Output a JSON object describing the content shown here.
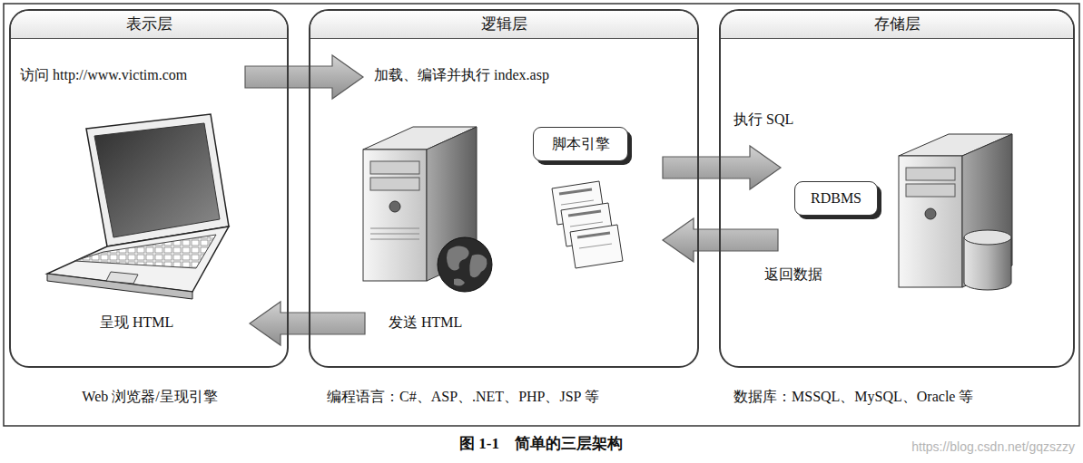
{
  "diagram": {
    "caption": "图 1-1　简单的三层架构",
    "nodes": [
      {
        "text": [
          "表示层"
        ]
      },
      {
        "text": [
          "逻辑层"
        ]
      },
      {
        "text": [
          "存储层"
        ]
      },
      {
        "text": [
          "脚本引擎"
        ],
        "in": 1
      },
      {
        "text": [
          "RDBMS"
        ],
        "in": 2
      }
    ],
    "edges": [
      {
        "from": 0,
        "to": 1,
        "arrow": "to"
      },
      {
        "from": 1,
        "to": 0,
        "arrow": "to"
      },
      {
        "from": 1,
        "to": 2,
        "arrow": "to"
      },
      {
        "from": 2,
        "to": 1,
        "arrow": "to"
      }
    ],
    "labels": [
      "访问 http://www.victim.com",
      "加载、编译并执行 index.asp",
      "执行 SQL",
      "返回数据",
      "发送 HTML",
      "呈现 HTML",
      "Web 浏览器/呈现引擎",
      "编程语言：C#、ASP、.NET、PHP、JSP 等",
      "数据库：MSSQL、MySQL、Oracle 等",
      "https://blog.csdn.net/gqzszzy"
    ]
  }
}
